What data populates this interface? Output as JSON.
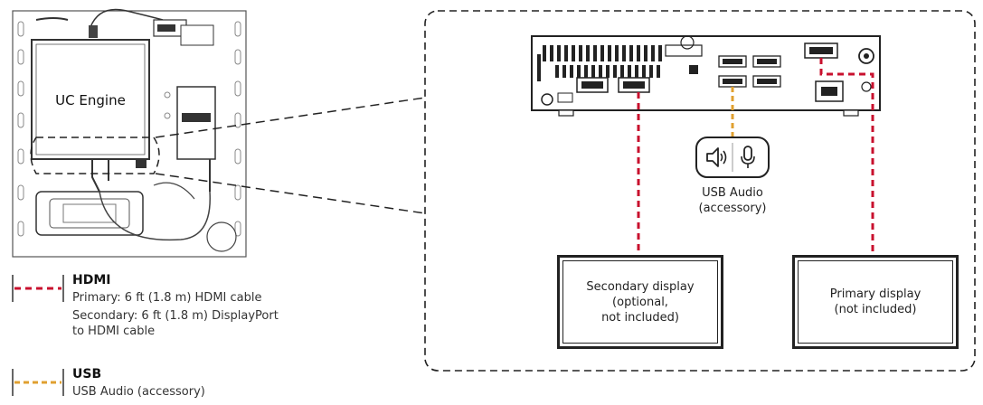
{
  "mount": {
    "engine_label": "UC Engine"
  },
  "accessory": {
    "label_line1": "USB Audio",
    "label_line2": "(accessory)",
    "speaker_icon": "speaker-icon",
    "mic_icon": "microphone-icon"
  },
  "displays": {
    "secondary": "Secondary display\n(optional,\nnot included)",
    "primary": "Primary display\n(not included)"
  },
  "legend": {
    "hdmi": {
      "title": "HDMI",
      "line1": "Primary: 6 ft (1.8 m) HDMI cable",
      "line2": "Secondary: 6 ft (1.8 m) DisplayPort",
      "line3": "to HDMI cable",
      "color": "#c8102e"
    },
    "usb": {
      "title": "USB",
      "line1": "USB Audio (accessory)",
      "color": "#e0a030"
    }
  }
}
